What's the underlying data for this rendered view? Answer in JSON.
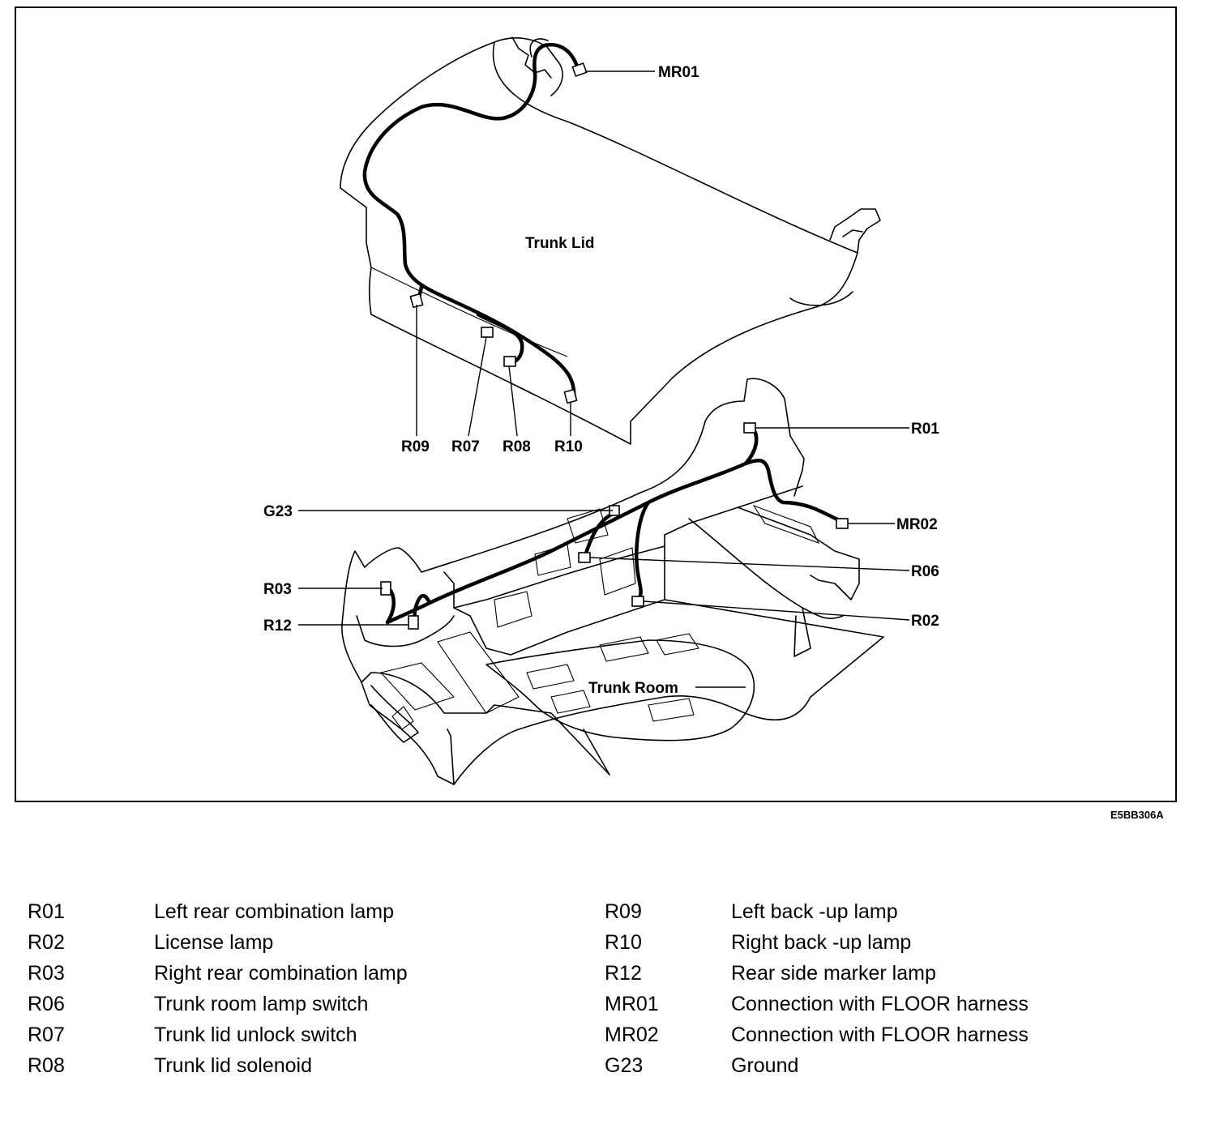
{
  "diagram": {
    "areas": {
      "trunk_lid": "Trunk Lid",
      "trunk_room": "Trunk Room"
    },
    "callouts": {
      "mr01": "MR01",
      "r09": "R09",
      "r07": "R07",
      "r08": "R08",
      "r10": "R10",
      "r01": "R01",
      "g23": "G23",
      "mr02": "MR02",
      "r06": "R06",
      "r03": "R03",
      "r02": "R02",
      "r12": "R12"
    },
    "figure_code": "E5BB306A"
  },
  "legend": {
    "left": [
      {
        "code": "R01",
        "desc": "Left rear combination lamp"
      },
      {
        "code": "R02",
        "desc": "License lamp"
      },
      {
        "code": "R03",
        "desc": "Right rear combination lamp"
      },
      {
        "code": "R06",
        "desc": "Trunk room lamp switch"
      },
      {
        "code": "R07",
        "desc": "Trunk lid unlock switch"
      },
      {
        "code": "R08",
        "desc": "Trunk lid solenoid"
      }
    ],
    "right": [
      {
        "code": "R09",
        "desc": "Left back -up lamp"
      },
      {
        "code": "R10",
        "desc": "Right back -up lamp"
      },
      {
        "code": "R12",
        "desc": "Rear side marker lamp"
      },
      {
        "code": "MR01",
        "desc": "Connection with FLOOR harness"
      },
      {
        "code": "MR02",
        "desc": "Connection with FLOOR harness"
      },
      {
        "code": "G23",
        "desc": "Ground"
      }
    ]
  }
}
